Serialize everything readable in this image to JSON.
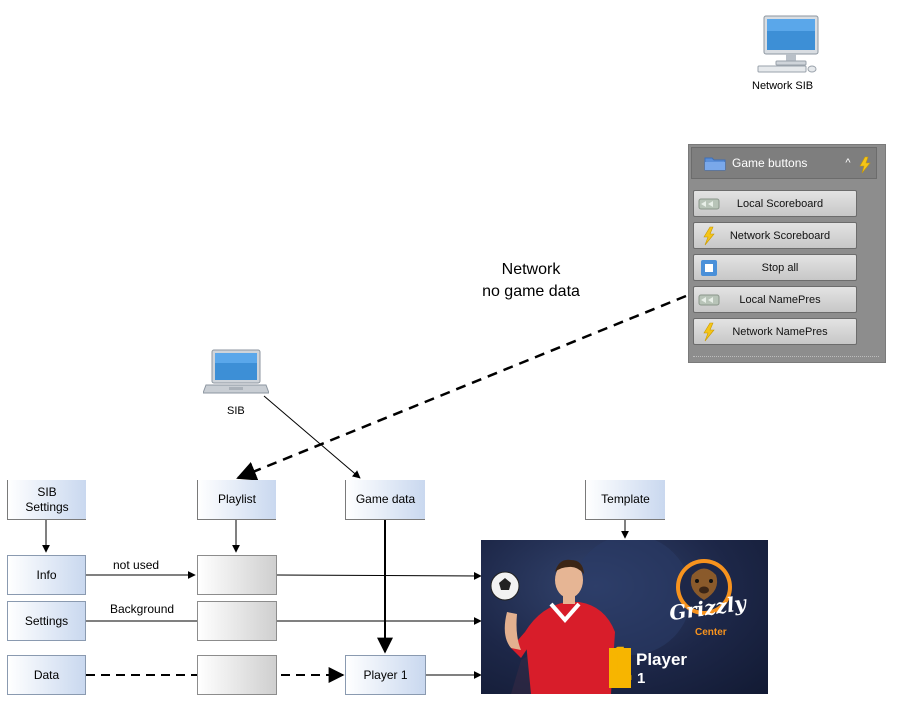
{
  "network_sib": {
    "label": "Network SIB",
    "icon": "desktop-computer-icon"
  },
  "sib": {
    "label": "SIB",
    "icon": "laptop-icon"
  },
  "network_note": {
    "line1": "Network",
    "line2": "no game data"
  },
  "panel": {
    "title": "Game buttons",
    "buttons": [
      {
        "label": "Local Scoreboard",
        "icon": "chain-link-icon"
      },
      {
        "label": "Network Scoreboard",
        "icon": "lightning-icon"
      },
      {
        "label": "Stop all",
        "icon": "stop-icon"
      },
      {
        "label": "Local NamePres",
        "icon": "chain-link-icon"
      },
      {
        "label": "Network NamePres",
        "icon": "lightning-icon"
      }
    ]
  },
  "boxes": {
    "sib_settings": {
      "line1": "SIB",
      "line2": "Settings"
    },
    "playlist": "Playlist",
    "game_data": "Game data",
    "template": "Template",
    "info": "Info",
    "settings": "Settings",
    "data": "Data",
    "player1": "Player 1"
  },
  "edge_labels": {
    "not_used": "not used",
    "background": "Background"
  },
  "preview": {
    "logo_text": "Grizzly",
    "logo_sub": "Center",
    "number": "1",
    "player_name": "Player",
    "player_num": "1"
  },
  "colors": {
    "box_gradient_end": "#c9d8ef",
    "panel_bg": "#8d8d8d",
    "logo_orange": "#f7931e",
    "preview_bg": "#1d2748"
  }
}
